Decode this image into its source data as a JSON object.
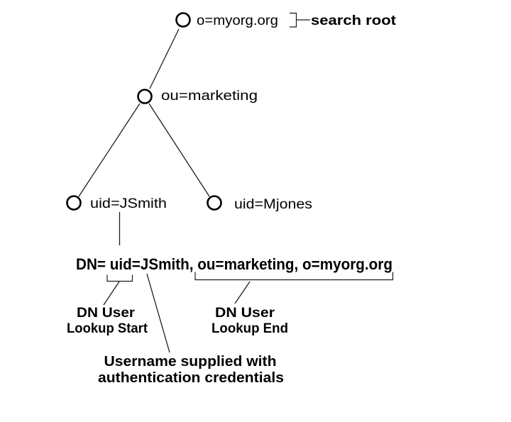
{
  "diagram": {
    "background_color": "#ffffff",
    "line_color": "#1c1c1c",
    "text_color": "#000000",
    "tree": {
      "nodes": [
        {
          "id": "search-root",
          "label": "o=myorg.org"
        },
        {
          "id": "marketing",
          "label": "ou=marketing"
        },
        {
          "id": "jsmith",
          "label": "uid=JSmith"
        },
        {
          "id": "mjones",
          "label": "uid=Mjones"
        }
      ]
    },
    "search_root": {
      "label": "search root"
    },
    "dn": {
      "text": "DN= uid=JSmith, ou=marketing, o=myorg.org"
    },
    "annotations": {
      "lookup_start": {
        "line1": "DN User",
        "line2": "Lookup Start"
      },
      "lookup_end": {
        "line1": "DN User",
        "line2": "Lookup End"
      },
      "username": {
        "line1": "Username supplied with",
        "line2": "authentication credentials"
      }
    }
  }
}
